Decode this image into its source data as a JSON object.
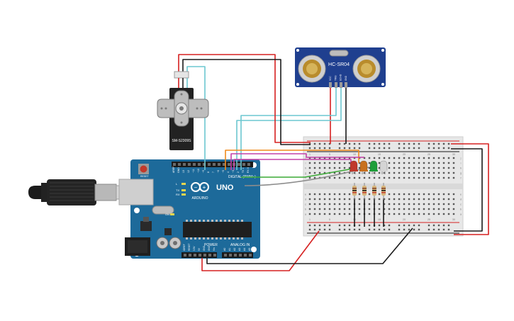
{
  "sensor": {
    "model": "HC-SR04",
    "pins": [
      "VCC",
      "TRIG",
      "ECHO",
      "GND"
    ]
  },
  "servo": {
    "model": "SM-S2309S"
  },
  "arduino": {
    "brand": "ARDUINO",
    "model": "UNO",
    "digital_label": "DIGITAL (PWM~)",
    "power_label": "POWER",
    "analog_label": "ANALOG IN",
    "reset_label": "RESET",
    "tx_label": "TX",
    "rx_label": "RX",
    "l_label": "L",
    "on_label": "ON",
    "top_pins": [
      "AREF",
      "GND",
      "13",
      "12",
      "~11",
      "~10",
      "~9",
      "8",
      "7",
      "~6",
      "~5",
      "4",
      "~3",
      "2",
      "TX 1",
      "RX 0"
    ],
    "power_pins": [
      "IOREF",
      "RESET",
      "3.3V",
      "5V",
      "GND",
      "GND",
      "Vin"
    ],
    "analog_pins": [
      "A0",
      "A1",
      "A2",
      "A3",
      "A4",
      "A5"
    ]
  },
  "breadboard": {
    "row_numbers": [
      "1",
      "5",
      "10",
      "15",
      "20",
      "25",
      "30"
    ],
    "row_letters": [
      "a",
      "b",
      "c",
      "d",
      "e",
      "f",
      "g",
      "h",
      "i",
      "j"
    ]
  },
  "leds": [
    {
      "name": "red",
      "color": "#c0392b"
    },
    {
      "name": "orange",
      "color": "#c8701e"
    },
    {
      "name": "green",
      "color": "#1e9e3a"
    },
    {
      "name": "white",
      "color": "#d4d4d4"
    }
  ],
  "colors": {
    "board_blue": "#1d6a9a",
    "breadboard": "#e7e7e7",
    "wire_red": "#d62020",
    "wire_black": "#1a1a1a",
    "wire_cyan": "#6cc7d0",
    "wire_orange": "#f08a1c",
    "wire_magenta": "#c341a8",
    "wire_green": "#3aaa35",
    "wire_gray": "#8c8c8c"
  }
}
